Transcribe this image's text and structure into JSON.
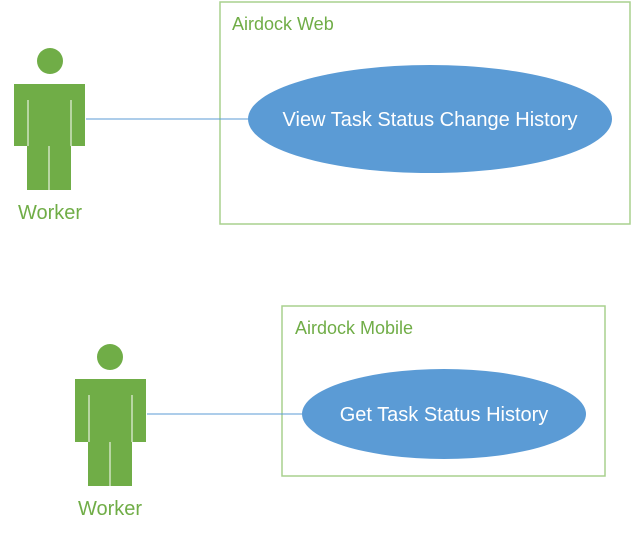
{
  "colors": {
    "actor": "#70ad47",
    "boundary": "#a9d18e",
    "use_case_fill": "#5b9bd5",
    "use_case_text": "#ffffff",
    "association": "#5b9bd5",
    "system_title": "#70ad47"
  },
  "diagrams": [
    {
      "system": {
        "title": "Airdock Web"
      },
      "actor": {
        "label": "Worker",
        "icon": "person-icon"
      },
      "use_case": {
        "label": "View Task Status Change History"
      }
    },
    {
      "system": {
        "title": "Airdock Mobile"
      },
      "actor": {
        "label": "Worker",
        "icon": "person-icon"
      },
      "use_case": {
        "label": "Get Task Status History"
      }
    }
  ]
}
